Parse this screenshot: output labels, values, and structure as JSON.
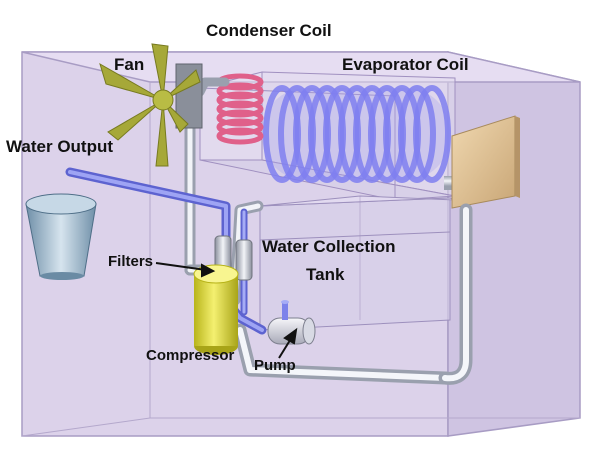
{
  "diagram": {
    "labels": {
      "condenser_coil": "Condenser Coil",
      "evaporator_coil": "Evaporator Coil",
      "fan": "Fan",
      "water_output": "Water Output",
      "filters": "Filters",
      "water_collection_tank_line1": "Water Collection",
      "water_collection_tank_line2": "Tank",
      "compressor": "Compressor",
      "pump": "Pump"
    },
    "colors": {
      "enclosure_fill": "#dcd2ea",
      "enclosure_edge": "#a89cc4",
      "evaporator_coil": "#7f7ff0",
      "condenser_coil": "#e0608a",
      "fan_blade": "#a6a838",
      "compressor": "#dede2c",
      "heat_exchanger_plate": "#e6c79a",
      "pipe": "#d8dce6",
      "water_pipe": "#7c82ea",
      "collection_tank": "#dcd6ea"
    }
  }
}
